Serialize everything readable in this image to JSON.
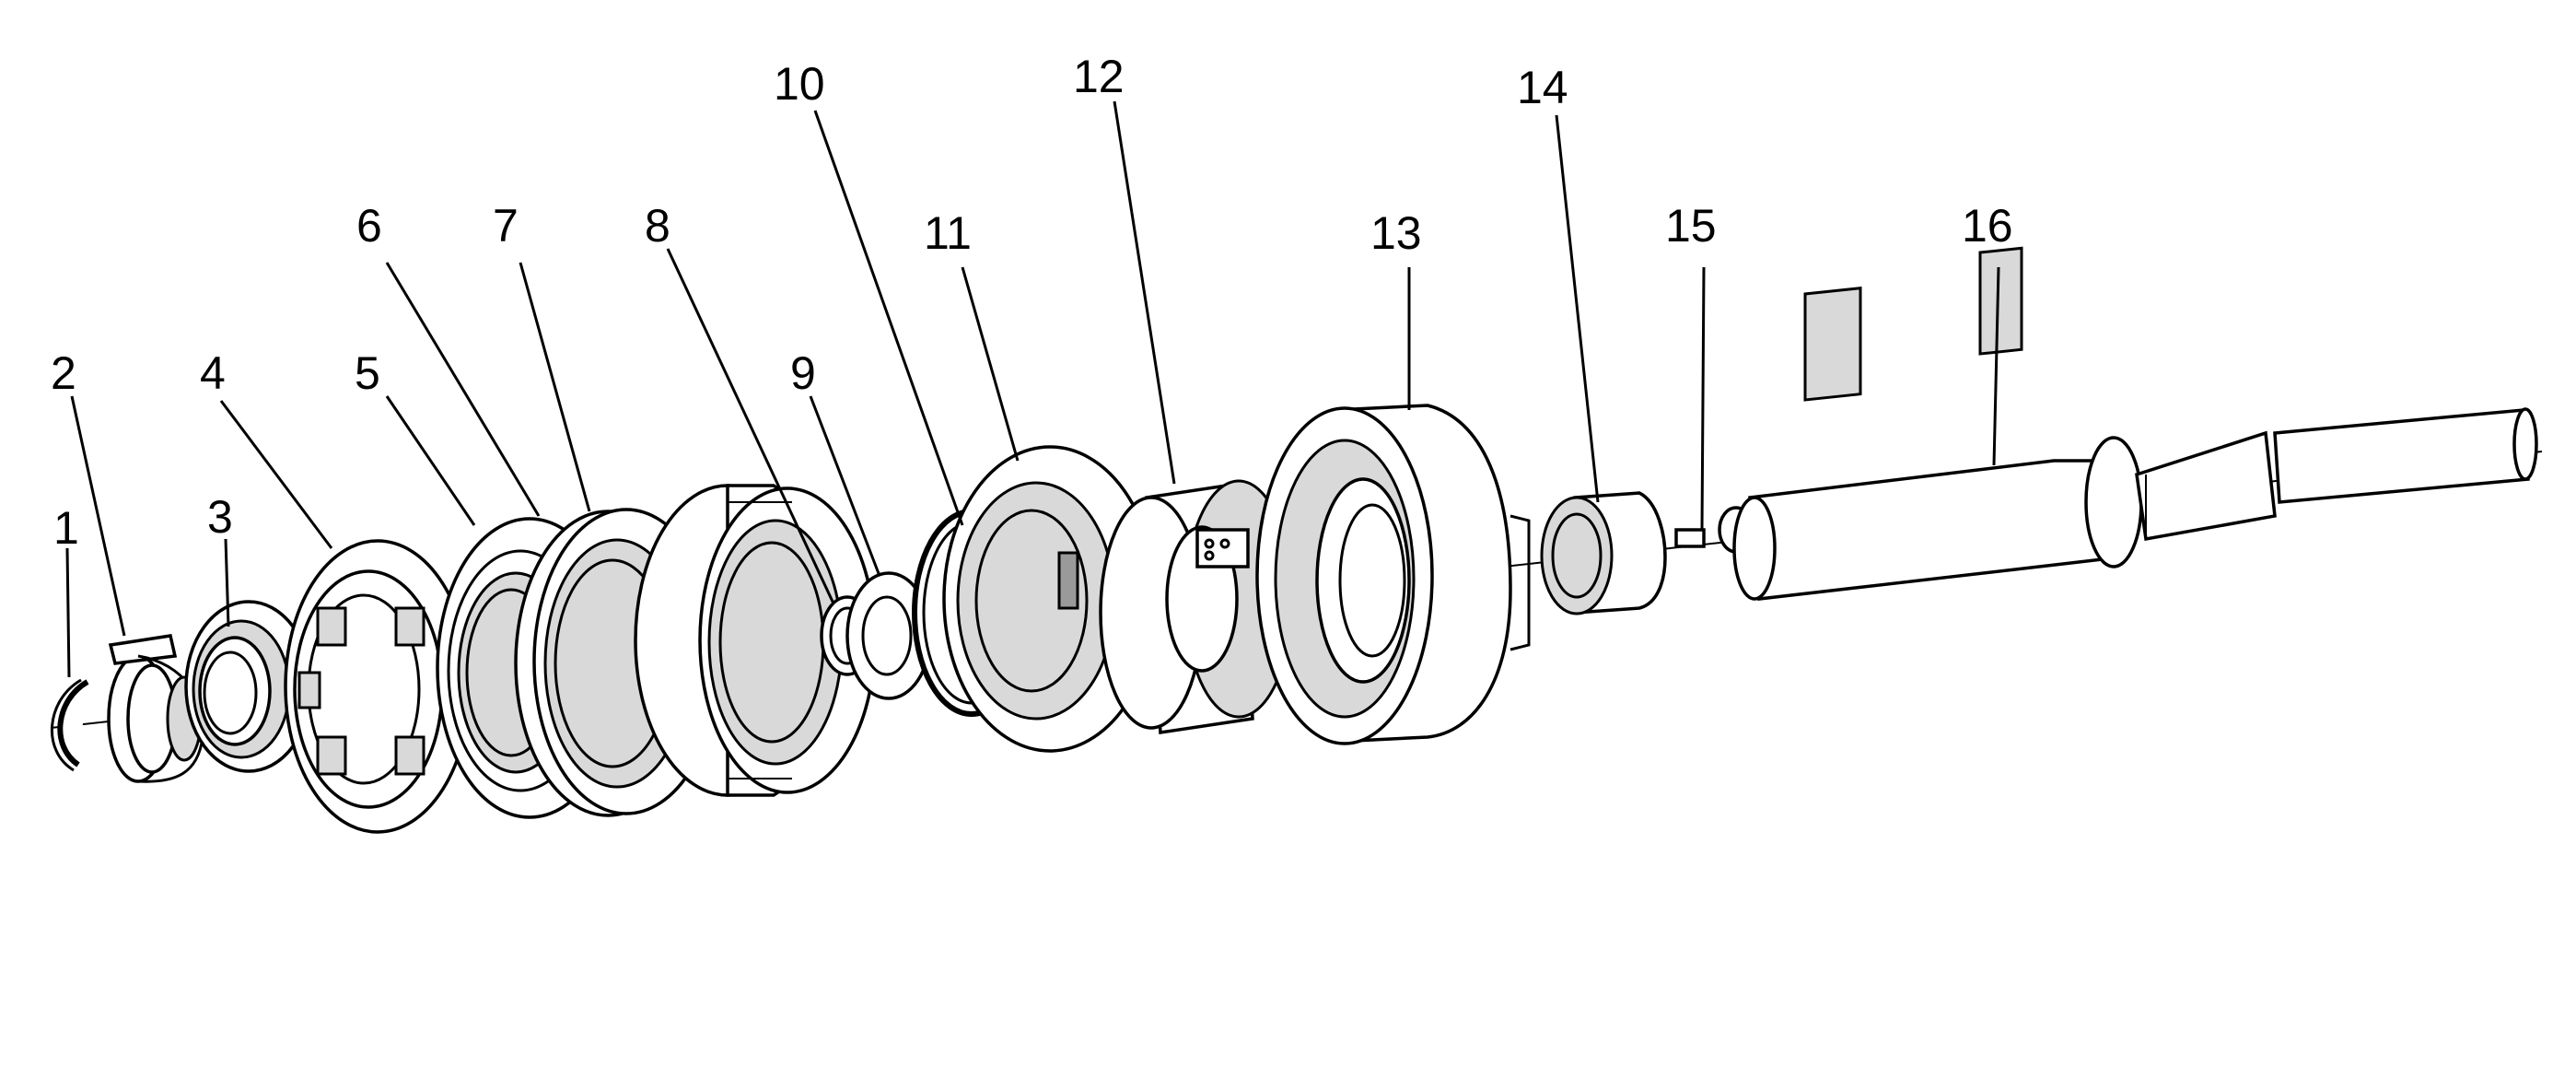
{
  "diagram": {
    "type": "exploded-assembly",
    "callouts": [
      {
        "id": "1",
        "label": "1"
      },
      {
        "id": "2",
        "label": "2"
      },
      {
        "id": "3",
        "label": "3"
      },
      {
        "id": "4",
        "label": "4"
      },
      {
        "id": "5",
        "label": "5"
      },
      {
        "id": "6",
        "label": "6"
      },
      {
        "id": "7",
        "label": "7"
      },
      {
        "id": "8",
        "label": "8"
      },
      {
        "id": "9",
        "label": "9"
      },
      {
        "id": "10",
        "label": "10"
      },
      {
        "id": "11",
        "label": "11"
      },
      {
        "id": "12",
        "label": "12"
      },
      {
        "id": "13",
        "label": "13"
      },
      {
        "id": "14",
        "label": "14"
      },
      {
        "id": "15",
        "label": "15"
      },
      {
        "id": "16",
        "label": "16"
      }
    ],
    "colors": {
      "line": "#000000",
      "background": "#ffffff",
      "shade": "#d9d9d9"
    }
  }
}
